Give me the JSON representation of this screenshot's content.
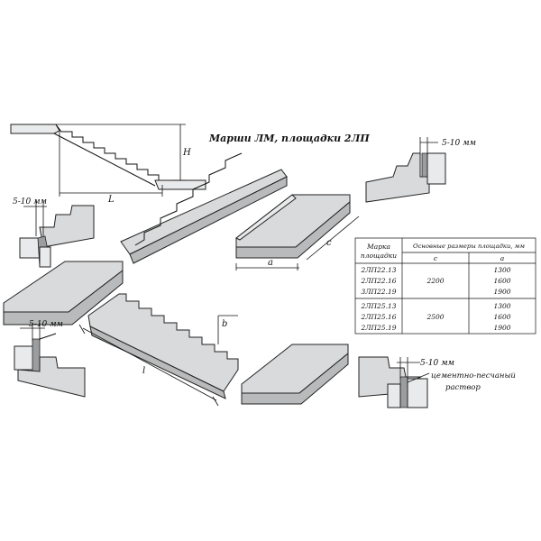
{
  "title": "Марши ЛМ, площадки 2ЛП",
  "gap_label": "5-10 мм",
  "mortar_label_line1": "цементно-песчаный",
  "mortar_label_line2": "раствор",
  "dimensions": {
    "L": "L",
    "H": "H",
    "a": "a",
    "c": "c",
    "b": "b",
    "l": "l"
  },
  "table": {
    "col1_header_line1": "Марка",
    "col1_header_line2": "площадки",
    "col2_header": "Основные размеры площадки, мм",
    "sub_c": "c",
    "sub_a": "a",
    "groups": [
      {
        "marks": [
          "2ЛП22.13",
          "2ЛП22.16",
          "3ЛП22.19"
        ],
        "c": "2200",
        "a": [
          "1300",
          "1600",
          "1900"
        ]
      },
      {
        "marks": [
          "2ЛП25.13",
          "2ЛП25.16",
          "2ЛП25.19"
        ],
        "c": "2500",
        "a": [
          "1300",
          "1600",
          "1900"
        ]
      }
    ]
  },
  "colors": {
    "concrete": "#d9dadb",
    "concrete_dark": "#b9babb",
    "mortar": "#9c9d9f",
    "ink": "#111111"
  }
}
